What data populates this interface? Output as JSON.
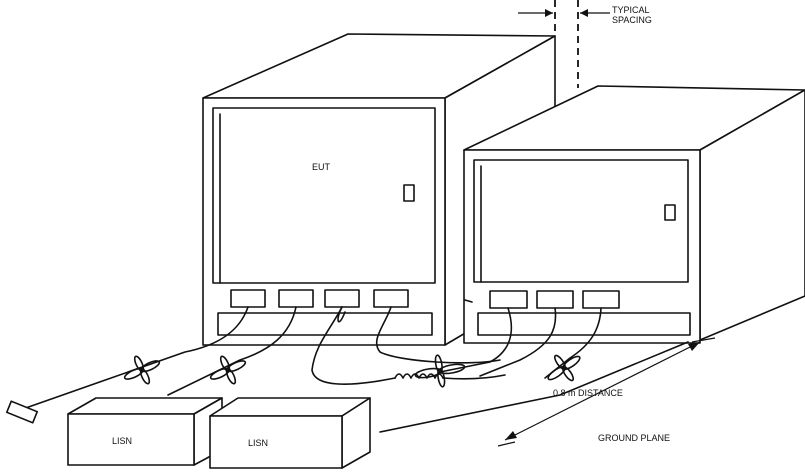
{
  "labels": {
    "eut": "EUT",
    "typical_spacing_line1": "TYPICAL",
    "typical_spacing_line2": "SPACING",
    "distance": "0.8 m DISTANCE",
    "ground_plane": "GROUND PLANE",
    "lisn_left": "LISN",
    "lisn_right": "LISN"
  }
}
